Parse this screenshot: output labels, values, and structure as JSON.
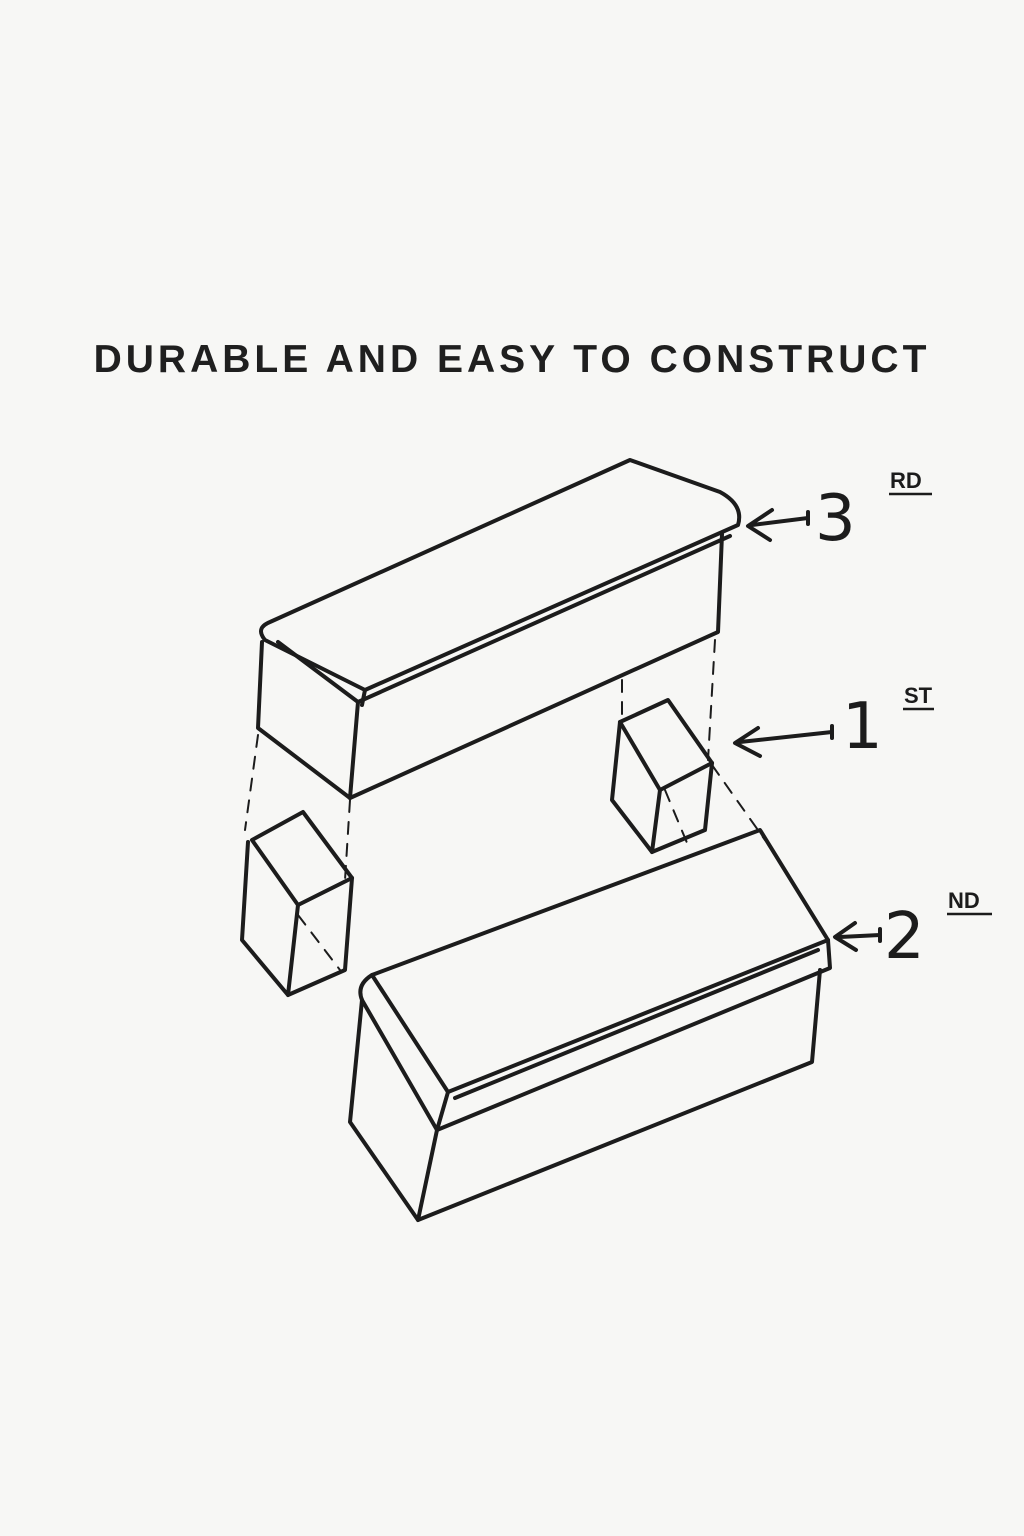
{
  "title": "DURABLE AND EASY TO CONSTRUCT",
  "labels": [
    {
      "number": "3",
      "suffix": "RD"
    },
    {
      "number": "1",
      "suffix": "ST"
    },
    {
      "number": "2",
      "suffix": "ND"
    }
  ],
  "colors": {
    "ink": "#1c1c1c",
    "paper": "#f7f7f5"
  }
}
